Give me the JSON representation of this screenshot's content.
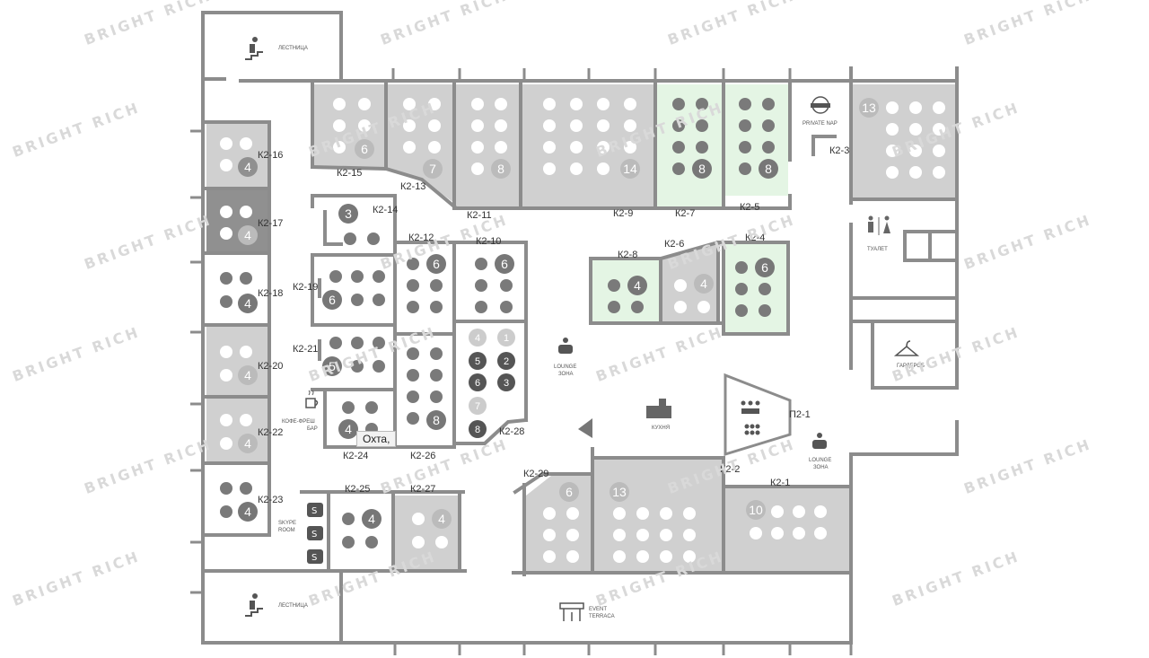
{
  "watermark": "BRIGHT RICH",
  "tag_label": "Охта,",
  "colors": {
    "wall": "#8c8c8c",
    "room": "#d0d0d0",
    "room_dark": "#909090",
    "room_green": "#e4f5e4",
    "seat": "#ffffff",
    "seat_on_light": "#7a7a7a"
  },
  "rooms": [
    {
      "id": "K2-16",
      "label": "К2-16",
      "cap": "4"
    },
    {
      "id": "K2-17",
      "label": "К2-17",
      "cap": "4"
    },
    {
      "id": "K2-18",
      "label": "К2-18",
      "cap": "4"
    },
    {
      "id": "K2-20",
      "label": "К2-20",
      "cap": "4"
    },
    {
      "id": "K2-22",
      "label": "К2-22",
      "cap": "4"
    },
    {
      "id": "K2-23",
      "label": "К2-23",
      "cap": "4"
    },
    {
      "id": "K2-15",
      "label": "К2-15",
      "cap": "6"
    },
    {
      "id": "K2-13",
      "label": "К2-13",
      "cap": "7"
    },
    {
      "id": "K2-11",
      "label": "К2-11",
      "cap": "8"
    },
    {
      "id": "K2-9",
      "label": "К2-9",
      "cap": "14"
    },
    {
      "id": "K2-7",
      "label": "К2-7",
      "cap": "8"
    },
    {
      "id": "K2-5",
      "label": "К2-5",
      "cap": "8"
    },
    {
      "id": "K2-3",
      "label": "К2-3",
      "cap": "13"
    },
    {
      "id": "K2-14",
      "label": "К2-14",
      "cap": "3"
    },
    {
      "id": "K2-12",
      "label": "К2-12",
      "cap": "6"
    },
    {
      "id": "K2-10",
      "label": "К2-10",
      "cap": "6"
    },
    {
      "id": "K2-19",
      "label": "К2-19",
      "cap": "6"
    },
    {
      "id": "K2-21",
      "label": "К2-21",
      "cap": "5"
    },
    {
      "id": "K2-26",
      "label": "К2-26",
      "cap": "8"
    },
    {
      "id": "K2-24",
      "label": "К2-24",
      "cap": "4"
    },
    {
      "id": "K2-28",
      "label": "К2-28",
      "cap": ""
    },
    {
      "id": "K2-8",
      "label": "К2-8",
      "cap": "4"
    },
    {
      "id": "K2-6",
      "label": "К2-6",
      "cap": "4"
    },
    {
      "id": "K2-4",
      "label": "К2-4",
      "cap": "6"
    },
    {
      "id": "K2-25",
      "label": "К2-25",
      "cap": "4"
    },
    {
      "id": "K2-27",
      "label": "К2-27",
      "cap": "4"
    },
    {
      "id": "K2-29",
      "label": "К2-29",
      "cap": "6"
    },
    {
      "id": "K2-2",
      "label": "К2-2",
      "cap": "13"
    },
    {
      "id": "K2-1",
      "label": "К2-1",
      "cap": "10"
    },
    {
      "id": "P2-1",
      "label": "П2-1",
      "cap": ""
    }
  ],
  "pods": [
    "4",
    "1",
    "5",
    "2",
    "6",
    "3",
    "7",
    "8"
  ],
  "amenities": {
    "stairs_top": "ЛЕСТНИЦА",
    "stairs_bottom": "ЛЕСТНИЦА",
    "private_nap": "PRIVATE NAP",
    "toilet": "ТУАЛЕТ",
    "wardrobe": "ГАРДЕРОБ",
    "lounge_1a": "LOUNGE",
    "lounge_1b": "ЗОНА",
    "lounge_2a": "LOUNGE",
    "lounge_2b": "ЗОНА",
    "coffee_a": "КОФЕ-ФРЕШ",
    "coffee_b": "БАР",
    "kitchen": "КУХНЯ",
    "skype_a": "SKYPE",
    "skype_b": "ROOM",
    "event_a": "EVENT",
    "event_b": "TERRACA"
  }
}
